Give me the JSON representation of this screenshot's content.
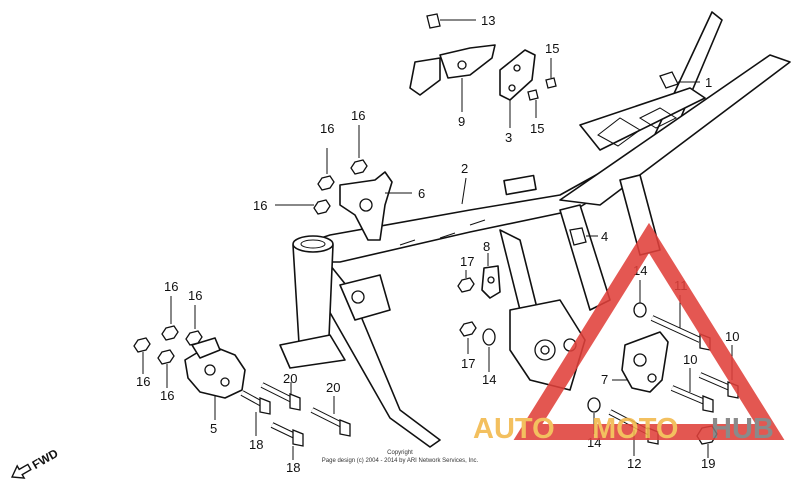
{
  "callouts": {
    "c13": "13",
    "c15a": "15",
    "c1": "1",
    "c9": "9",
    "c3": "3",
    "c15b": "15",
    "c16a": "16",
    "c16b": "16",
    "c2": "2",
    "c6": "6",
    "c16c": "16",
    "c4": "4",
    "c8": "8",
    "c17a": "17",
    "c14a": "14",
    "c11": "11",
    "c16d": "16",
    "c16e": "16",
    "c16f": "16",
    "c16g": "16",
    "c17b": "17",
    "c14b": "14",
    "c10a": "10",
    "c10b": "10",
    "c7": "7",
    "c20a": "20",
    "c20b": "20",
    "c5": "5",
    "c18a": "18",
    "c18b": "18",
    "c14c": "14",
    "c12": "12",
    "c19": "19"
  },
  "fwd_label": "FWD",
  "copyright": {
    "line1": "Copyright",
    "line2": "Page design (c) 2004 - 2014 by ARI Network Services, Inc."
  },
  "watermark": {
    "text_auto": "AUTO",
    "text_moto": "MOTO",
    "text_hub": "HUB",
    "color_red": "#e0403a",
    "color_orange": "#f2b84a",
    "color_gray": "#7a7a7a"
  }
}
